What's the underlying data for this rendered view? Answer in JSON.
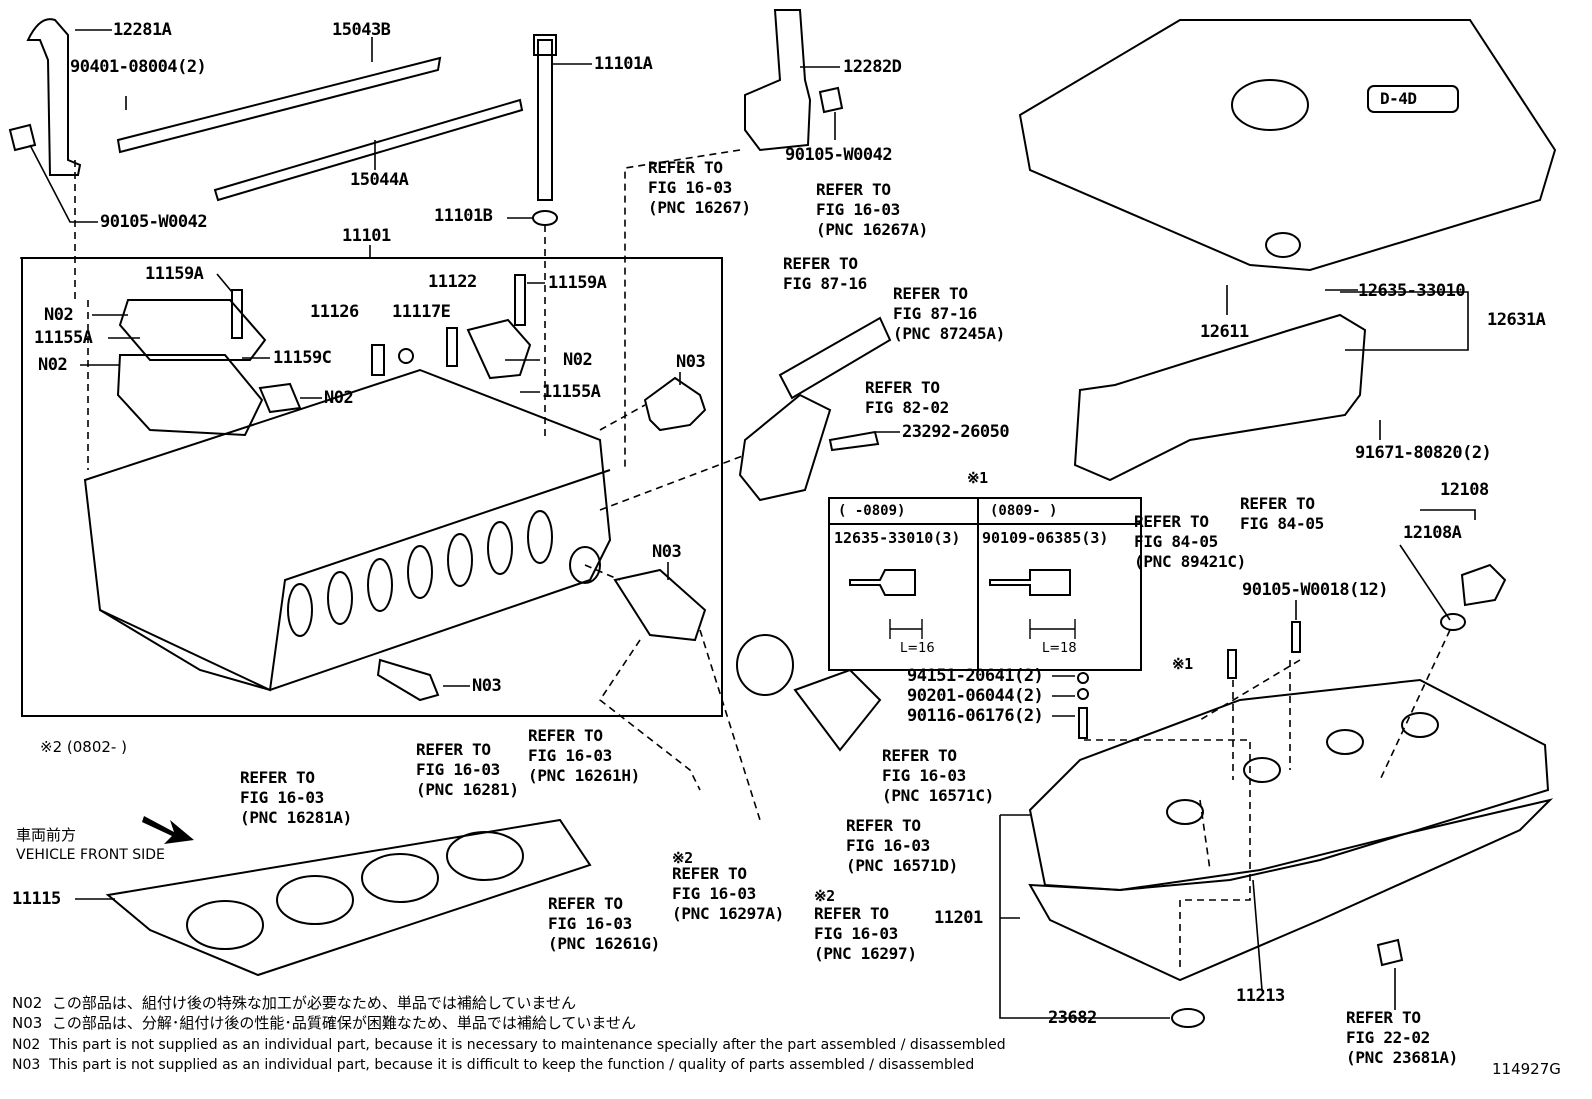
{
  "labels": {
    "p12281A": "12281A",
    "p15043B": "15043B",
    "p11101A": "11101A",
    "p12282D": "12282D",
    "p90401": "90401-08004(2)",
    "p90105w42a": "90105-W0042",
    "p90105w42b": "90105-W0042",
    "p15044A": "15044A",
    "p11101B": "11101B",
    "p11101": "11101",
    "p11159Aa": "11159A",
    "p11159Ab": "11159A",
    "p11122": "11122",
    "p11126": "11126",
    "p11117E": "11117E",
    "pN02a": "N02",
    "pN02b": "N02",
    "pN02c": "N02",
    "pN02d": "N02",
    "p11155Aa": "11155A",
    "p11155Ab": "11155A",
    "p11159C": "11159C",
    "pN03a": "N03",
    "pN03b": "N03",
    "pN03c": "N03",
    "p23292": "23292-26050",
    "p12611": "12611",
    "p12635": "12635-33010",
    "p12631A": "12631A",
    "p91671": "91671-80820(2)",
    "p12108": "12108",
    "p12108A": "12108A",
    "p90105w18": "90105-W0018(12)",
    "p94151": "94151-20641(2)",
    "p90201": "90201-06044(2)",
    "p90116": "90116-06176(2)",
    "p11115": "11115",
    "p11201": "11201",
    "p23682": "23682",
    "p11213": "11213",
    "star1a": "※1",
    "star1b": "※1"
  },
  "refs": {
    "r1": [
      "REFER TO",
      "FIG 16-03",
      "(PNC 16267)"
    ],
    "r2": [
      "REFER TO",
      "FIG 16-03",
      "(PNC 16267A)"
    ],
    "r3": [
      "REFER TO",
      "FIG 87-16"
    ],
    "r4": [
      "REFER TO",
      "FIG 87-16",
      "(PNC 87245A)"
    ],
    "r5": [
      "REFER TO",
      "FIG 82-02"
    ],
    "r6": [
      "REFER TO",
      "FIG 84-05",
      "(PNC 89421C)"
    ],
    "r7": [
      "REFER TO",
      "FIG 84-05"
    ],
    "r8": [
      "REFER TO",
      "FIG 16-03",
      "(PNC 16281A)"
    ],
    "r9": [
      "REFER TO",
      "FIG 16-03",
      "(PNC 16281)"
    ],
    "r10": [
      "REFER TO",
      "FIG 16-03",
      "(PNC 16261H)"
    ],
    "r11": [
      "REFER TO",
      "FIG 16-03",
      "(PNC 16571C)"
    ],
    "r12": [
      "REFER TO",
      "FIG 16-03",
      "(PNC 16571D)"
    ],
    "r13": [
      "REFER TO",
      "FIG 16-03",
      "(PNC 16261G)"
    ],
    "r14": [
      "REFER TO",
      "FIG 16-03",
      "(PNC 16297A)"
    ],
    "r15": [
      "REFER TO",
      "FIG 16-03",
      "(PNC 16297)"
    ],
    "r16": [
      "REFER TO",
      "FIG 22-02",
      "(PNC 23681A)"
    ]
  },
  "star2_labels": {
    "a": "※2",
    "b": "※2"
  },
  "star2_note": "※2 (0802-      )",
  "inset": {
    "mark": "※1",
    "col1_header": "(      -0809)",
    "col2_header": "(0809-        )",
    "col1_part": "12635-33010(3)",
    "col2_part": "90109-06385(3)",
    "col1_len": "L=16",
    "col2_len": "L=18"
  },
  "direction": {
    "jp": "車両前方",
    "en": "VEHICLE FRONT SIDE"
  },
  "cover_badge": "D-4D",
  "footnotes": [
    {
      "code": "N02",
      "text": "この部品は、組付け後の特殊な加工が必要なため、単品では補給していません"
    },
    {
      "code": "N03",
      "text": "この部品は、分解･組付け後の性能･品質確保が困難なため、単品では補給していません"
    },
    {
      "code": "N02",
      "text": "This part is not supplied as an individual part, because it is necessary to maintenance specially after the part assembled / disassembled"
    },
    {
      "code": "N03",
      "text": "This part is not supplied as an individual part, because it is difficult to keep the function / quality of parts  assembled / disassembled"
    }
  ],
  "figure_id": "114927G"
}
